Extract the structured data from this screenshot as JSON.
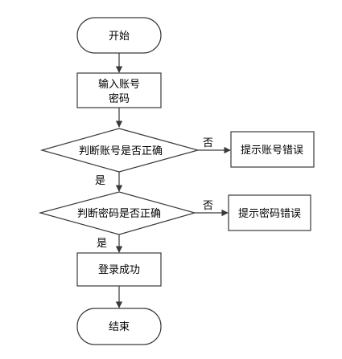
{
  "flowchart": {
    "nodes": {
      "start": {
        "shape": "terminal",
        "lines": [
          "开始"
        ]
      },
      "input": {
        "shape": "process",
        "lines": [
          "输入账号",
          "密码"
        ]
      },
      "check_account": {
        "shape": "decision",
        "lines": [
          "判断账号是否正确"
        ]
      },
      "account_error": {
        "shape": "process",
        "lines": [
          "提示账号错误"
        ]
      },
      "check_password": {
        "shape": "decision",
        "lines": [
          "判断密码是否正确"
        ]
      },
      "password_error": {
        "shape": "process",
        "lines": [
          "提示密码错误"
        ]
      },
      "success": {
        "shape": "process",
        "lines": [
          "登录成功"
        ]
      },
      "end": {
        "shape": "terminal",
        "lines": [
          "结束"
        ]
      }
    },
    "edges": [
      {
        "from": "start",
        "to": "input",
        "label": ""
      },
      {
        "from": "input",
        "to": "check_account",
        "label": ""
      },
      {
        "from": "check_account",
        "to": "account_error",
        "label": "否"
      },
      {
        "from": "check_account",
        "to": "check_password",
        "label": "是"
      },
      {
        "from": "check_password",
        "to": "password_error",
        "label": "否"
      },
      {
        "from": "check_password",
        "to": "success",
        "label": "是"
      },
      {
        "from": "success",
        "to": "end",
        "label": ""
      }
    ]
  }
}
